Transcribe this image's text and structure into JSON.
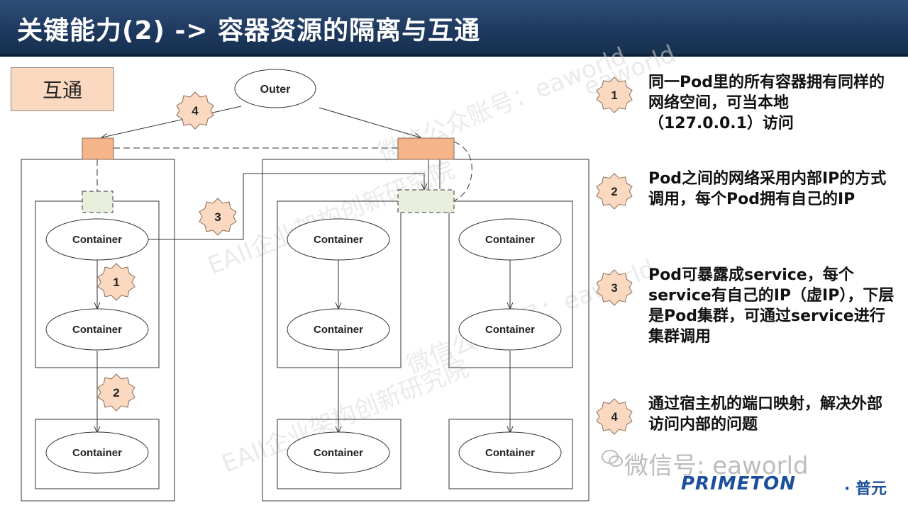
{
  "title": "关键能力(2) -> 容器资源的隔离与互通",
  "section_label": "互通",
  "diagram": {
    "outer_label": "Outer",
    "container_label": "Container",
    "badges": [
      "1",
      "2",
      "3",
      "4"
    ]
  },
  "notes": [
    {
      "num": "1",
      "text": "同一Pod里的所有容器拥有同样的网络空间，可当本地（127.0.0.1）访问"
    },
    {
      "num": "2",
      "text": "Pod之间的网络采用内部IP的方式调用，每个Pod拥有自己的IP"
    },
    {
      "num": "3",
      "text": "Pod可暴露成service，每个service有自己的IP（虚IP），下层是Pod集群，可通过service进行集群调用"
    },
    {
      "num": "4",
      "text": "通过宿主机的端口映射，解决外部访问内部的问题"
    }
  ],
  "watermarks": [
    "EAII企业架构创新研究院",
    "微信公众账号：eaworld",
    "eaworld"
  ],
  "footer": {
    "wechat": "微信号: eaworld",
    "brand": "PRIMETON",
    "brand_cn": "· 普元"
  },
  "colors": {
    "title_bg": "#1f3a60",
    "badge_fill": "#fbd9c1",
    "port_fill": "#f5b48a",
    "pod_port_fill": "#e8f0dd"
  }
}
